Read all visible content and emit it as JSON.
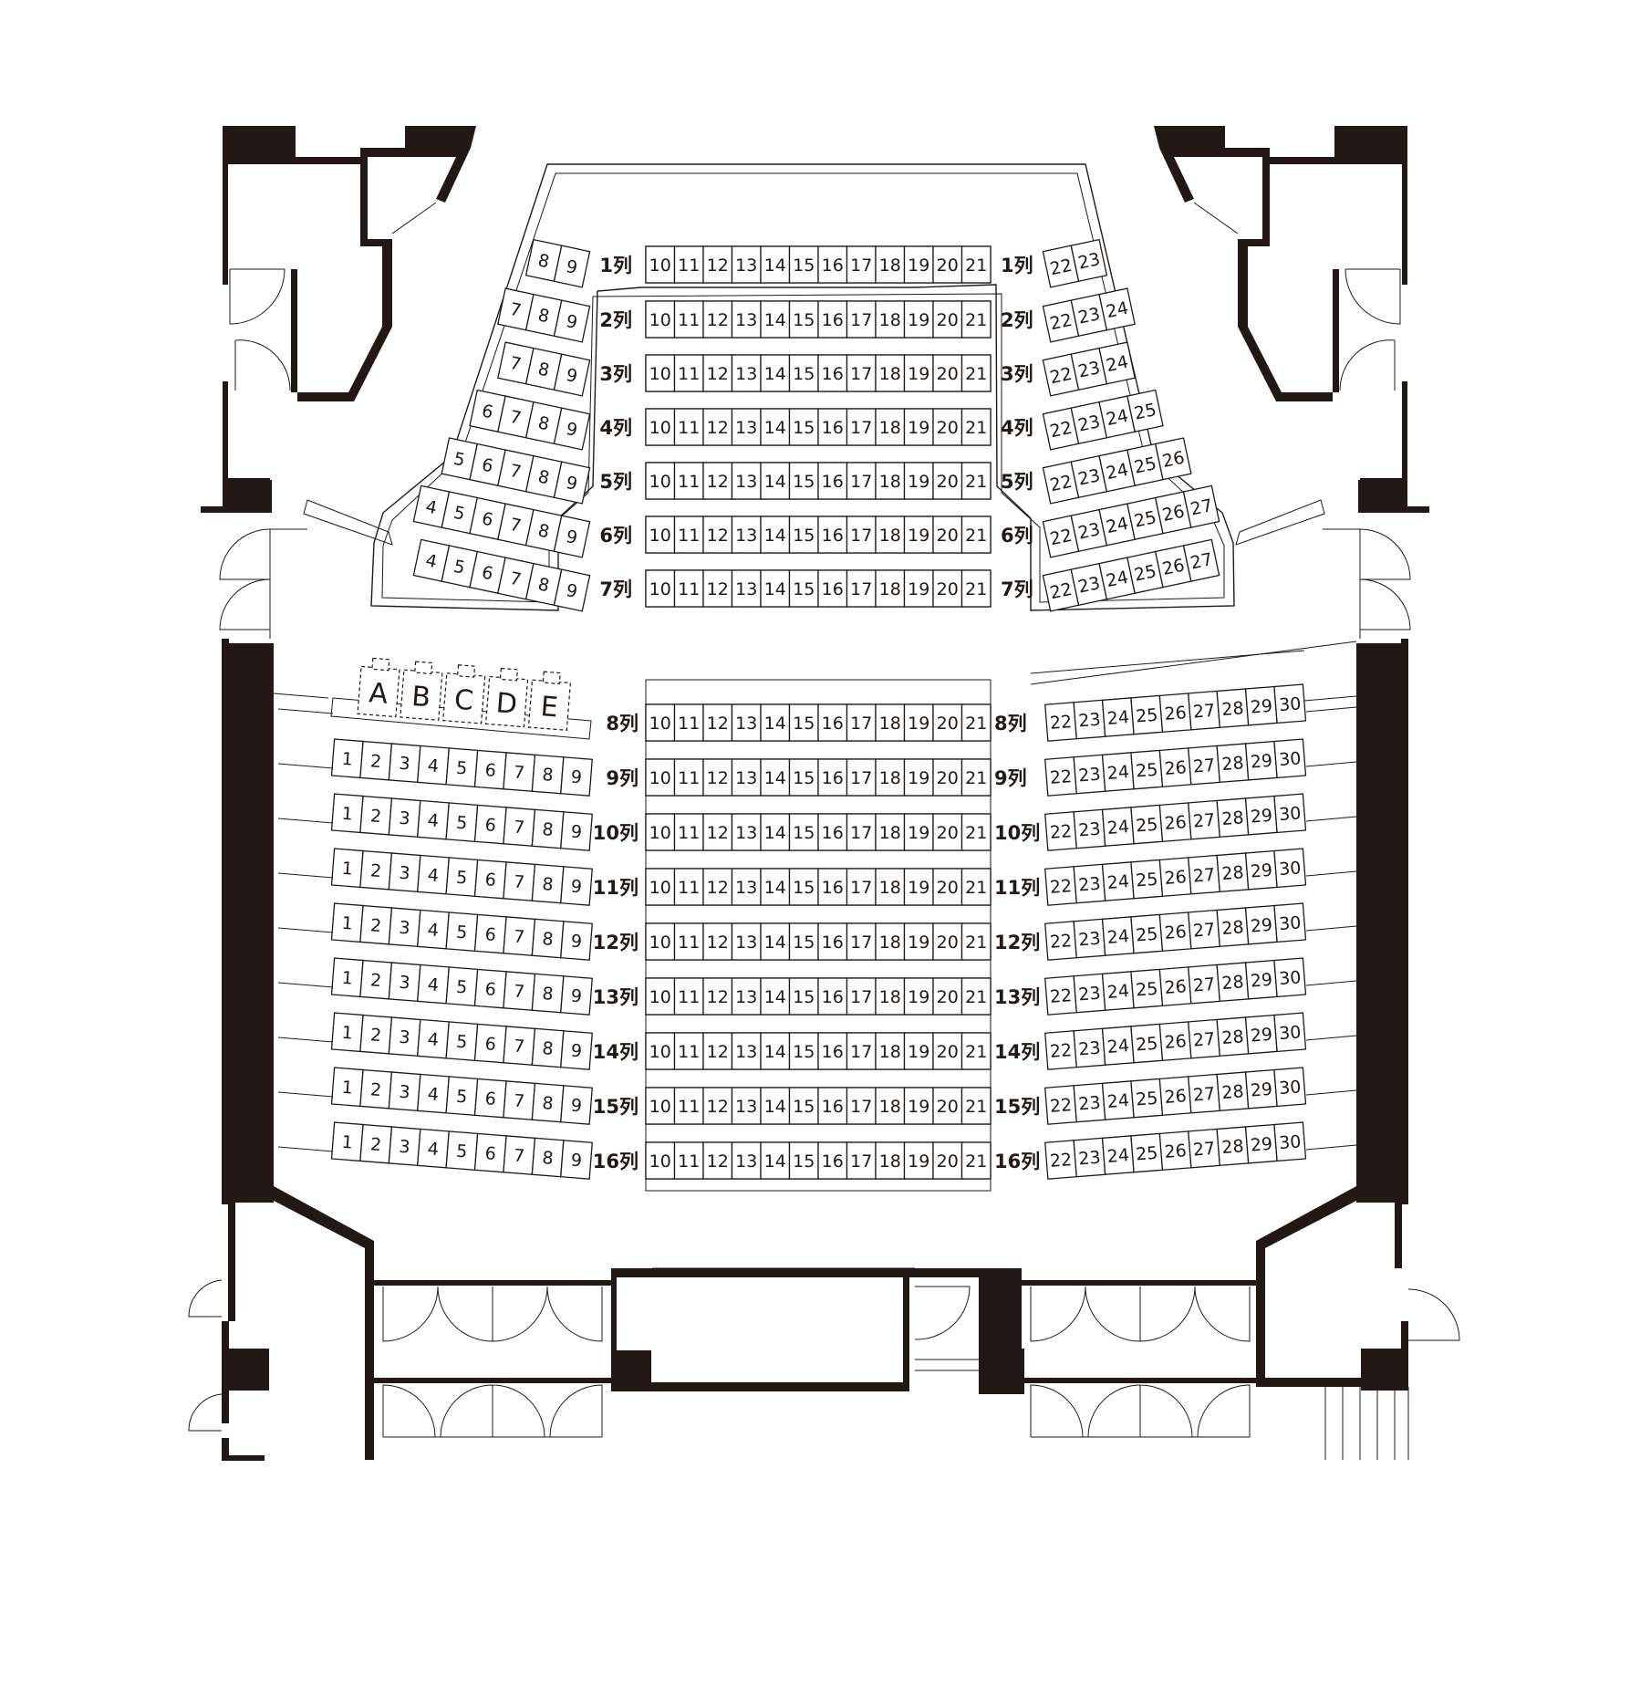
{
  "colors": {
    "ink": "#231815",
    "background": "#ffffff"
  },
  "wheelchair_seats": [
    "A",
    "B",
    "C",
    "D",
    "E"
  ],
  "upper_rows": [
    {
      "label": "1列",
      "left": [
        "8",
        "9"
      ],
      "center": [
        "10",
        "11",
        "12",
        "13",
        "14",
        "15",
        "16",
        "17",
        "18",
        "19",
        "20",
        "21"
      ],
      "right": [
        "22",
        "23"
      ]
    },
    {
      "label": "2列",
      "left": [
        "7",
        "8",
        "9"
      ],
      "center": [
        "10",
        "11",
        "12",
        "13",
        "14",
        "15",
        "16",
        "17",
        "18",
        "19",
        "20",
        "21"
      ],
      "right": [
        "22",
        "23",
        "24"
      ]
    },
    {
      "label": "3列",
      "left": [
        "7",
        "8",
        "9"
      ],
      "center": [
        "10",
        "11",
        "12",
        "13",
        "14",
        "15",
        "16",
        "17",
        "18",
        "19",
        "20",
        "21"
      ],
      "right": [
        "22",
        "23",
        "24"
      ]
    },
    {
      "label": "4列",
      "left": [
        "6",
        "7",
        "8",
        "9"
      ],
      "center": [
        "10",
        "11",
        "12",
        "13",
        "14",
        "15",
        "16",
        "17",
        "18",
        "19",
        "20",
        "21"
      ],
      "right": [
        "22",
        "23",
        "24",
        "25"
      ]
    },
    {
      "label": "5列",
      "left": [
        "5",
        "6",
        "7",
        "8",
        "9"
      ],
      "center": [
        "10",
        "11",
        "12",
        "13",
        "14",
        "15",
        "16",
        "17",
        "18",
        "19",
        "20",
        "21"
      ],
      "right": [
        "22",
        "23",
        "24",
        "25",
        "26"
      ]
    },
    {
      "label": "6列",
      "left": [
        "4",
        "5",
        "6",
        "7",
        "8",
        "9"
      ],
      "center": [
        "10",
        "11",
        "12",
        "13",
        "14",
        "15",
        "16",
        "17",
        "18",
        "19",
        "20",
        "21"
      ],
      "right": [
        "22",
        "23",
        "24",
        "25",
        "26",
        "27"
      ]
    },
    {
      "label": "7列",
      "left": [
        "4",
        "5",
        "6",
        "7",
        "8",
        "9"
      ],
      "center": [
        "10",
        "11",
        "12",
        "13",
        "14",
        "15",
        "16",
        "17",
        "18",
        "19",
        "20",
        "21"
      ],
      "right": [
        "22",
        "23",
        "24",
        "25",
        "26",
        "27"
      ]
    }
  ],
  "lower_rows": [
    {
      "label": "8列",
      "left": [],
      "center": [
        "10",
        "11",
        "12",
        "13",
        "14",
        "15",
        "16",
        "17",
        "18",
        "19",
        "20",
        "21"
      ],
      "right": [
        "22",
        "23",
        "24",
        "25",
        "26",
        "27",
        "28",
        "29",
        "30"
      ]
    },
    {
      "label": "9列",
      "left": [
        "1",
        "2",
        "3",
        "4",
        "5",
        "6",
        "7",
        "8",
        "9"
      ],
      "center": [
        "10",
        "11",
        "12",
        "13",
        "14",
        "15",
        "16",
        "17",
        "18",
        "19",
        "20",
        "21"
      ],
      "right": [
        "22",
        "23",
        "24",
        "25",
        "26",
        "27",
        "28",
        "29",
        "30"
      ]
    },
    {
      "label": "10列",
      "left": [
        "1",
        "2",
        "3",
        "4",
        "5",
        "6",
        "7",
        "8",
        "9"
      ],
      "center": [
        "10",
        "11",
        "12",
        "13",
        "14",
        "15",
        "16",
        "17",
        "18",
        "19",
        "20",
        "21"
      ],
      "right": [
        "22",
        "23",
        "24",
        "25",
        "26",
        "27",
        "28",
        "29",
        "30"
      ]
    },
    {
      "label": "11列",
      "left": [
        "1",
        "2",
        "3",
        "4",
        "5",
        "6",
        "7",
        "8",
        "9"
      ],
      "center": [
        "10",
        "11",
        "12",
        "13",
        "14",
        "15",
        "16",
        "17",
        "18",
        "19",
        "20",
        "21"
      ],
      "right": [
        "22",
        "23",
        "24",
        "25",
        "26",
        "27",
        "28",
        "29",
        "30"
      ]
    },
    {
      "label": "12列",
      "left": [
        "1",
        "2",
        "3",
        "4",
        "5",
        "6",
        "7",
        "8",
        "9"
      ],
      "center": [
        "10",
        "11",
        "12",
        "13",
        "14",
        "15",
        "16",
        "17",
        "18",
        "19",
        "20",
        "21"
      ],
      "right": [
        "22",
        "23",
        "24",
        "25",
        "26",
        "27",
        "28",
        "29",
        "30"
      ]
    },
    {
      "label": "13列",
      "left": [
        "1",
        "2",
        "3",
        "4",
        "5",
        "6",
        "7",
        "8",
        "9"
      ],
      "center": [
        "10",
        "11",
        "12",
        "13",
        "14",
        "15",
        "16",
        "17",
        "18",
        "19",
        "20",
        "21"
      ],
      "right": [
        "22",
        "23",
        "24",
        "25",
        "26",
        "27",
        "28",
        "29",
        "30"
      ]
    },
    {
      "label": "14列",
      "left": [
        "1",
        "2",
        "3",
        "4",
        "5",
        "6",
        "7",
        "8",
        "9"
      ],
      "center": [
        "10",
        "11",
        "12",
        "13",
        "14",
        "15",
        "16",
        "17",
        "18",
        "19",
        "20",
        "21"
      ],
      "right": [
        "22",
        "23",
        "24",
        "25",
        "26",
        "27",
        "28",
        "29",
        "30"
      ]
    },
    {
      "label": "15列",
      "left": [
        "1",
        "2",
        "3",
        "4",
        "5",
        "6",
        "7",
        "8",
        "9"
      ],
      "center": [
        "10",
        "11",
        "12",
        "13",
        "14",
        "15",
        "16",
        "17",
        "18",
        "19",
        "20",
        "21"
      ],
      "right": [
        "22",
        "23",
        "24",
        "25",
        "26",
        "27",
        "28",
        "29",
        "30"
      ]
    },
    {
      "label": "16列",
      "left": [
        "1",
        "2",
        "3",
        "4",
        "5",
        "6",
        "7",
        "8",
        "9"
      ],
      "center": [
        "10",
        "11",
        "12",
        "13",
        "14",
        "15",
        "16",
        "17",
        "18",
        "19",
        "20",
        "21"
      ],
      "right": [
        "22",
        "23",
        "24",
        "25",
        "26",
        "27",
        "28",
        "29",
        "30"
      ]
    }
  ]
}
